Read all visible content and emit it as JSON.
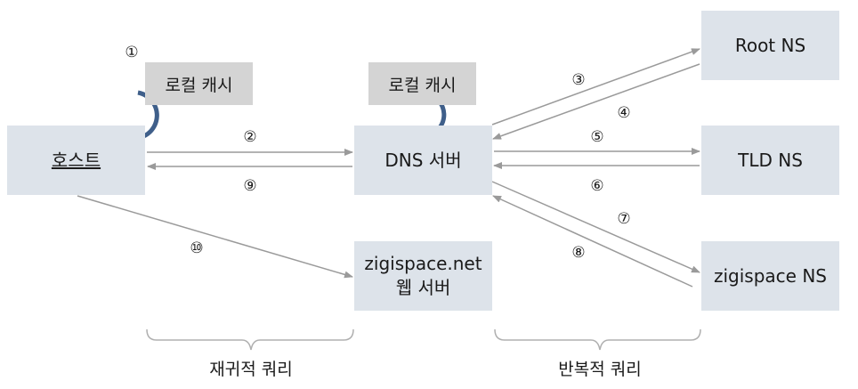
{
  "nodes": {
    "host": "호스트",
    "dns_server": "DNS 서버",
    "root_ns": "Root NS",
    "tld_ns": "TLD NS",
    "zigispace_ns": "zigispace NS",
    "web_server_line1": "zigispace.net",
    "web_server_line2": "웹 서버"
  },
  "caches": {
    "host_cache": "로컬 캐시",
    "dns_cache": "로컬 캐시"
  },
  "steps": [
    "①",
    "②",
    "③",
    "④",
    "⑤",
    "⑥",
    "⑦",
    "⑧",
    "⑨",
    "⑩"
  ],
  "groups": {
    "recursive": "재귀적 쿼리",
    "iterative": "반복적 쿼리"
  },
  "colors": {
    "box": "#dde3ea",
    "cache": "#d4d4d4",
    "arrow": "#9a9a9a",
    "cycle": "#3f5f8a"
  }
}
